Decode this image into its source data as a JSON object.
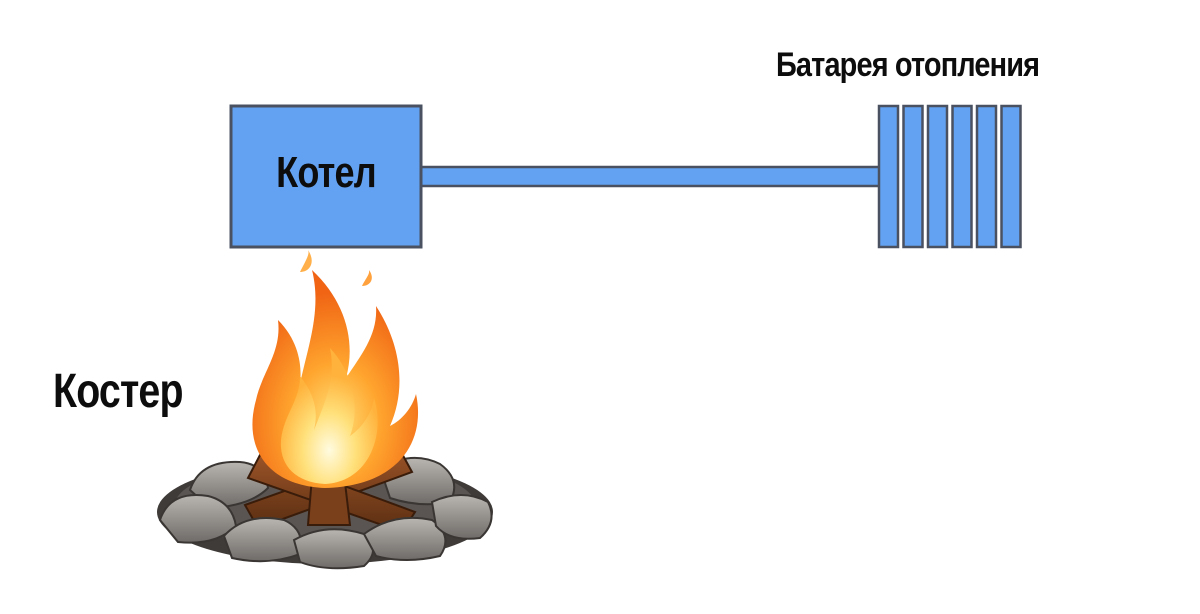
{
  "diagram": {
    "boiler": {
      "label": "Котел"
    },
    "radiator": {
      "label": "Батарея отопления",
      "sections": 6
    },
    "fire": {
      "label": "Костер"
    }
  },
  "colors": {
    "component_fill": "#63a2f3",
    "component_stroke": "#4a5160",
    "text": "#0d0d0d"
  },
  "icons": {
    "fire": "campfire-icon"
  }
}
